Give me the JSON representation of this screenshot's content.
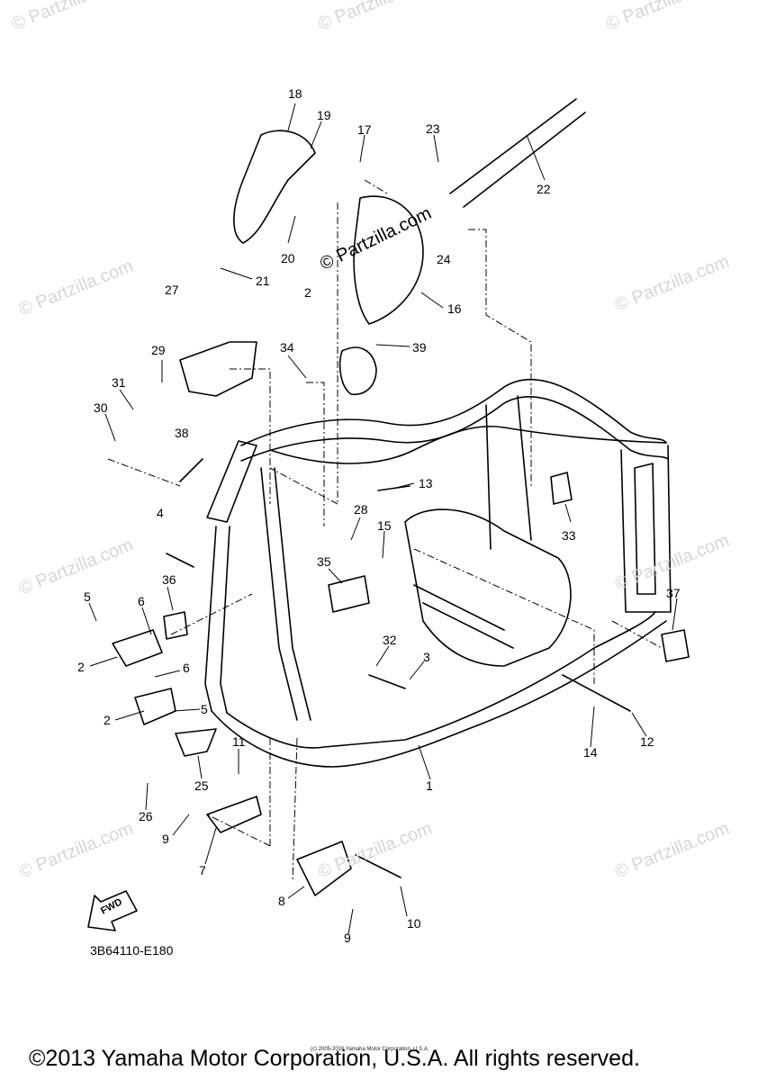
{
  "watermark": {
    "text": "© Partzilla.com"
  },
  "center_watermark": {
    "text": "© Partzilla.com"
  },
  "callouts": [
    "18",
    "19",
    "17",
    "23",
    "22",
    "20",
    "21",
    "24",
    "16",
    "2",
    "27",
    "34",
    "39",
    "29",
    "31",
    "30",
    "38",
    "13",
    "28",
    "4",
    "15",
    "33",
    "35",
    "36",
    "37",
    "5",
    "6",
    "32",
    "3",
    "2",
    "6",
    "2",
    "5",
    "12",
    "14",
    "11",
    "25",
    "1",
    "26",
    "9",
    "7",
    "8",
    "10",
    "9"
  ],
  "fwd_label": "FWD",
  "part_reference": "3B64110-E180",
  "small_copyright": "(c) 2005-2016 Yamaha Motor Corporation, U.S.A.",
  "copyright": "©2013 Yamaha Motor Corporation, U.S.A. All rights reserved."
}
